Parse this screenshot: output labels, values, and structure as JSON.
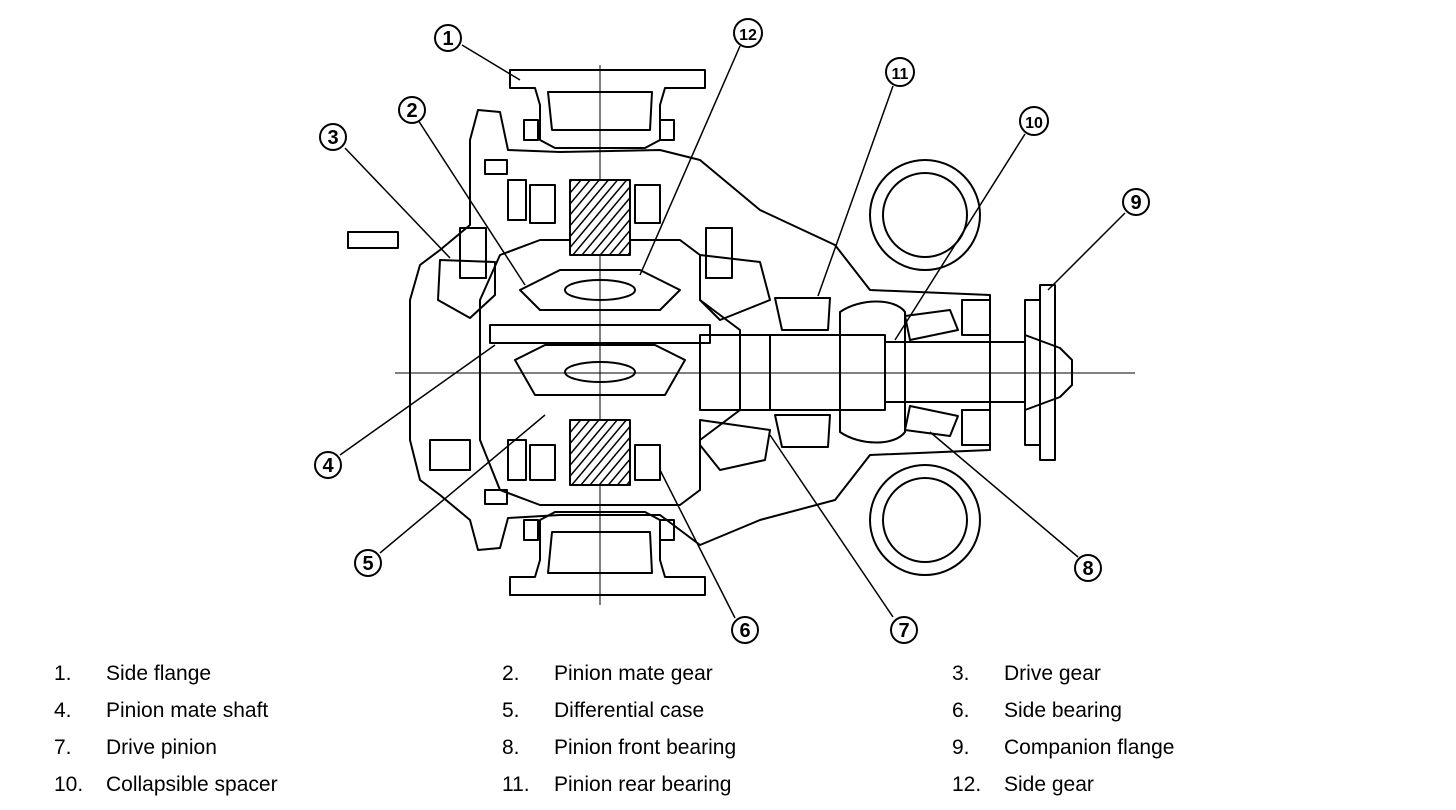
{
  "callouts": [
    "1",
    "2",
    "3",
    "4",
    "5",
    "6",
    "7",
    "8",
    "9",
    "10",
    "11",
    "12"
  ],
  "legend": [
    {
      "num": "1.",
      "label": "Side flange"
    },
    {
      "num": "2.",
      "label": "Pinion mate gear"
    },
    {
      "num": "3.",
      "label": "Drive gear"
    },
    {
      "num": "4.",
      "label": "Pinion mate shaft"
    },
    {
      "num": "5.",
      "label": "Differential case"
    },
    {
      "num": "6.",
      "label": "Side bearing"
    },
    {
      "num": "7.",
      "label": "Drive pinion"
    },
    {
      "num": "8.",
      "label": "Pinion front bearing"
    },
    {
      "num": "9.",
      "label": "Companion flange"
    },
    {
      "num": "10.",
      "label": "Collapsible spacer"
    },
    {
      "num": "11.",
      "label": "Pinion rear bearing"
    },
    {
      "num": "12.",
      "label": "Side gear"
    }
  ]
}
